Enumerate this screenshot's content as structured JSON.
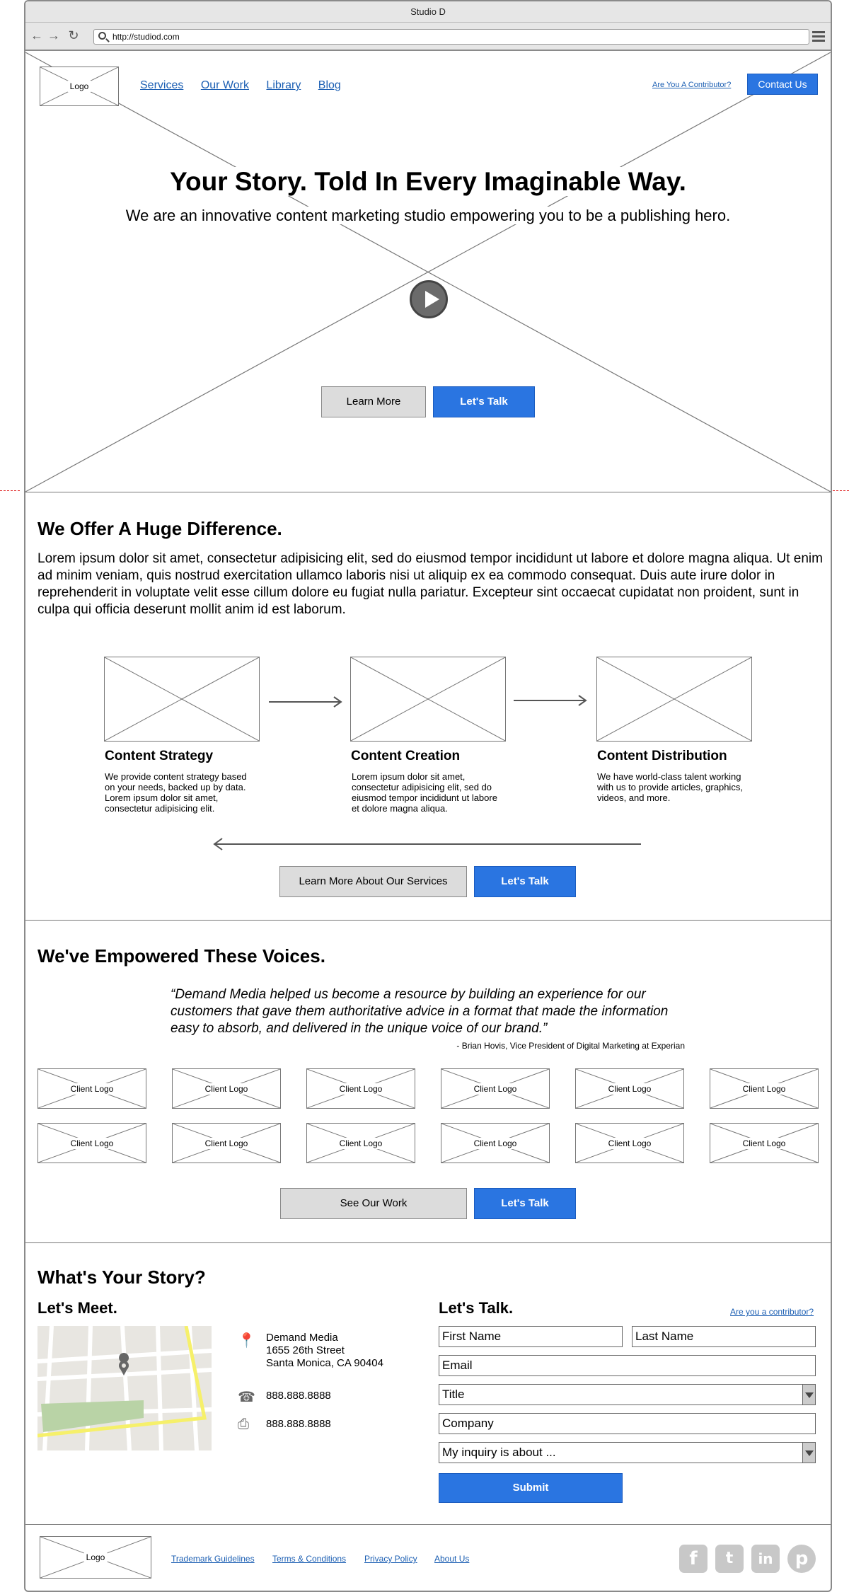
{
  "browser": {
    "title": "Studio D",
    "url": "http://studiod.com"
  },
  "header": {
    "logo_label": "Logo",
    "nav": [
      "Services",
      "Our Work",
      "Library",
      "Blog"
    ],
    "contributor_link": "Are You A Contributor?",
    "contact_button": "Contact Us"
  },
  "hero": {
    "title": "Your Story. Told In Every Imaginable Way.",
    "subtitle": "We are an innovative content marketing studio empowering you to be a publishing hero.",
    "learn_more": "Learn More",
    "lets_talk": "Let's Talk"
  },
  "difference": {
    "title": "We Offer A Huge Difference.",
    "body": "Lorem ipsum dolor sit amet, consectetur adipisicing elit, sed do eiusmod tempor incididunt ut labore et dolore magna aliqua. Ut enim ad minim veniam, quis nostrud exercitation ullamco laboris nisi ut aliquip ex ea commodo consequat. Duis aute irure dolor in reprehenderit in voluptate velit esse cillum dolore eu fugiat nulla pariatur. Excepteur sint occaecat cupidatat non proident, sunt in culpa qui officia deserunt mollit anim id est laborum.",
    "steps": [
      {
        "title": "Content Strategy",
        "desc": "We provide content strategy based on your needs, backed up by data. Lorem ipsum dolor sit amet, consectetur adipisicing elit."
      },
      {
        "title": "Content Creation",
        "desc": "Lorem ipsum dolor sit amet, consectetur adipisicing elit, sed do eiusmod tempor incididunt ut labore et dolore magna aliqua."
      },
      {
        "title": "Content Distribution",
        "desc": "We have world-class talent working with us to provide articles, graphics, videos, and more."
      }
    ],
    "services_button": "Learn More About Our Services",
    "lets_talk": "Let's Talk"
  },
  "voices": {
    "title": "We've Empowered These Voices.",
    "quote": "“Demand Media helped us become a resource by building an experience for our customers that gave them authoritative advice in a format that made the information easy to absorb, and delivered in the unique voice of our brand.”",
    "cite": "- Brian Hovis, Vice President of Digital Marketing at Experian",
    "client_logo_label": "Client Logo",
    "see_work": "See Our Work",
    "lets_talk": "Let's Talk"
  },
  "contact": {
    "title": "What's Your Story?",
    "meet_title": "Let's Meet.",
    "talk_title": "Let's Talk.",
    "contributor_link": "Are you a contributor?",
    "company": "Demand Media",
    "street": "1655 26th Street",
    "city": "Santa Monica, CA 90404",
    "phone": "888.888.8888",
    "fax": "888.888.8888",
    "fields": {
      "first_name": "First Name",
      "last_name": "Last Name",
      "email": "Email",
      "title": "Title",
      "company": "Company",
      "inquiry": "My inquiry is about ..."
    },
    "submit": "Submit"
  },
  "footer": {
    "logo_label": "Logo",
    "links": [
      "Trademark Guidelines",
      "Terms & Conditions",
      "Privacy Policy",
      "About Us"
    ],
    "social": [
      "facebook-icon",
      "twitter-icon",
      "linkedin-icon",
      "pinterest-icon"
    ]
  },
  "colors": {
    "accent": "#2a75e1",
    "link": "#1c5fb3",
    "fold_line": "#e02020"
  }
}
